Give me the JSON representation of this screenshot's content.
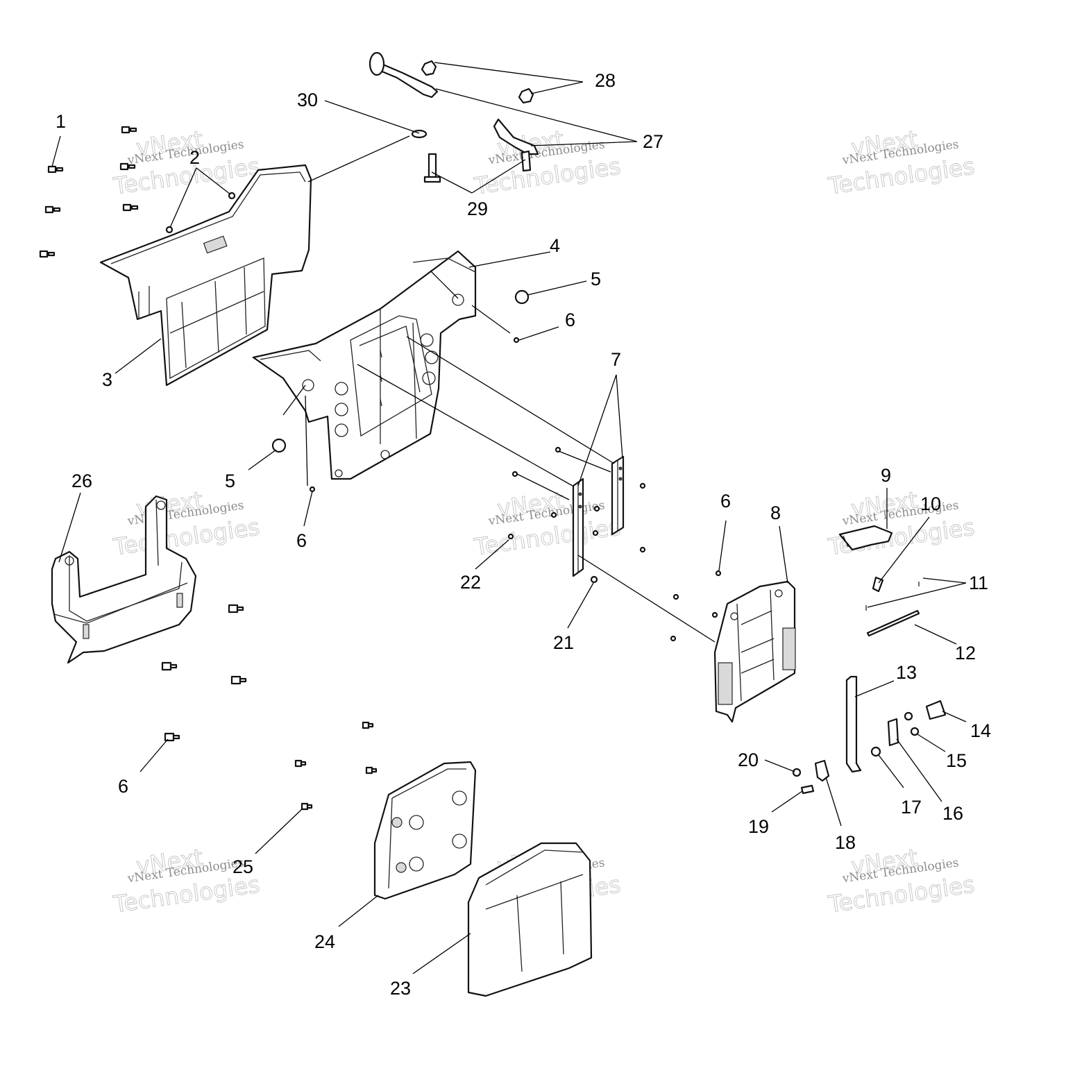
{
  "diagram": {
    "callouts": [
      {
        "id": "c1",
        "label": "1"
      },
      {
        "id": "c2",
        "label": "2"
      },
      {
        "id": "c3",
        "label": "3"
      },
      {
        "id": "c4",
        "label": "4"
      },
      {
        "id": "c5a",
        "label": "5"
      },
      {
        "id": "c5b",
        "label": "5"
      },
      {
        "id": "c6a",
        "label": "6"
      },
      {
        "id": "c6b",
        "label": "6"
      },
      {
        "id": "c6c",
        "label": "6"
      },
      {
        "id": "c6d",
        "label": "6"
      },
      {
        "id": "c7",
        "label": "7"
      },
      {
        "id": "c8",
        "label": "8"
      },
      {
        "id": "c9",
        "label": "9"
      },
      {
        "id": "c10",
        "label": "10"
      },
      {
        "id": "c11",
        "label": "11"
      },
      {
        "id": "c12",
        "label": "12"
      },
      {
        "id": "c13",
        "label": "13"
      },
      {
        "id": "c14",
        "label": "14"
      },
      {
        "id": "c15",
        "label": "15"
      },
      {
        "id": "c16",
        "label": "16"
      },
      {
        "id": "c17",
        "label": "17"
      },
      {
        "id": "c18",
        "label": "18"
      },
      {
        "id": "c19",
        "label": "19"
      },
      {
        "id": "c20",
        "label": "20"
      },
      {
        "id": "c21",
        "label": "21"
      },
      {
        "id": "c22",
        "label": "22"
      },
      {
        "id": "c23",
        "label": "23"
      },
      {
        "id": "c24",
        "label": "24"
      },
      {
        "id": "c25",
        "label": "25"
      },
      {
        "id": "c26",
        "label": "26"
      },
      {
        "id": "c27",
        "label": "27"
      },
      {
        "id": "c28",
        "label": "28"
      },
      {
        "id": "c29",
        "label": "29"
      },
      {
        "id": "c30",
        "label": "30"
      }
    ],
    "watermark": {
      "line1": "vNext",
      "line2": "vNext Technologies",
      "line3": "Technologies"
    }
  }
}
